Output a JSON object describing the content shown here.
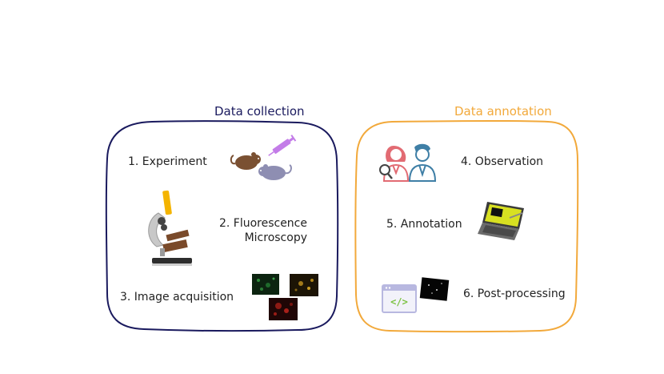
{
  "colors": {
    "collection": "#1a1a5e",
    "annotation": "#f2a93b"
  },
  "data_collection": {
    "title": "Data collection",
    "steps": [
      {
        "label": "1. Experiment",
        "icon": "lab-mice-syringe-icon"
      },
      {
        "label": "2. Fluorescence",
        "label2": "Microscopy",
        "icon": "microscope-icon"
      },
      {
        "label": "3. Image acquisition",
        "icon": "fluorescence-images-icon"
      }
    ]
  },
  "data_annotation": {
    "title": "Data annotation",
    "steps": [
      {
        "label": "4. Observation",
        "icon": "researchers-icon"
      },
      {
        "label": "5. Annotation",
        "icon": "laptop-icon"
      },
      {
        "label": "6. Post-processing",
        "icon": "code-window-icon"
      }
    ]
  }
}
